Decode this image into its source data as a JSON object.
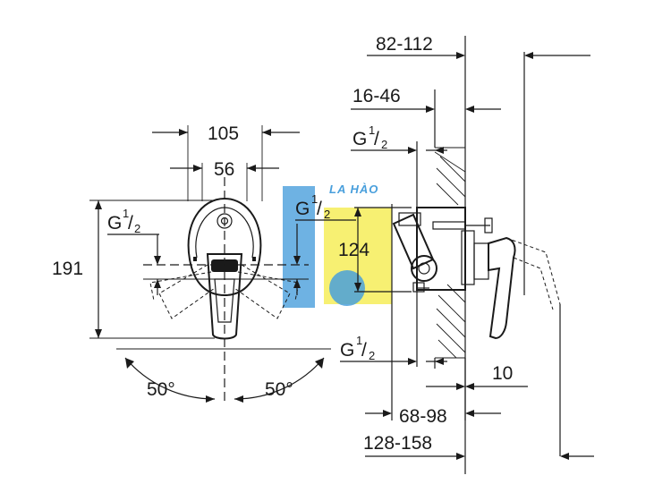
{
  "drawing": {
    "front_view": {
      "width_outer": "105",
      "width_inner": "56",
      "height_total": "191",
      "inlet": {
        "letter": "G",
        "sup": "1",
        "den": "2"
      },
      "angle_left": "50°",
      "angle_right": "50°"
    },
    "side_view": {
      "depth_outer": "82-112",
      "depth_wall": "16-46",
      "center_height": "124",
      "outlet_top": {
        "letter": "G",
        "sup": "1",
        "den": "2"
      },
      "outlet_mid": {
        "letter": "G",
        "sup": "1",
        "den": "2"
      },
      "outlet_bottom": {
        "letter": "G",
        "sup": "1",
        "den": "2"
      },
      "offset": "10",
      "depth_body": "68-98",
      "depth_total": "128-158"
    }
  },
  "watermark": {
    "text": "LA HÀO",
    "colors": {
      "blue": "#2a8fd6",
      "yellow": "#f4ea3c"
    }
  }
}
